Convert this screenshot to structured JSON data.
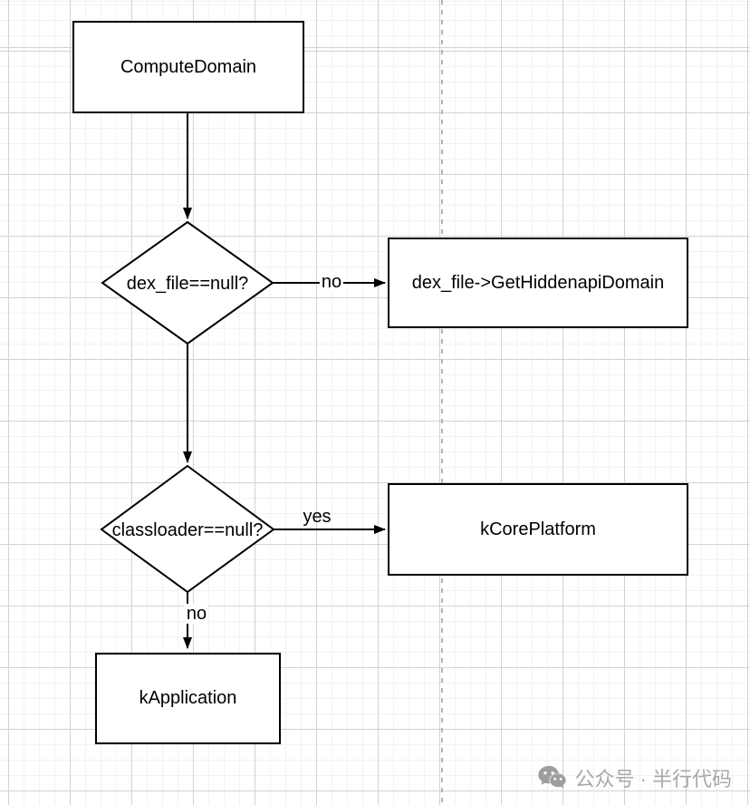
{
  "diagram": {
    "title": "ComputeDomain flowchart",
    "nodes": {
      "compute_domain": {
        "label": "ComputeDomain",
        "shape": "rectangle"
      },
      "dex_file_check": {
        "label": "dex_file==null?",
        "shape": "diamond"
      },
      "get_hiddenapi_domain": {
        "label": "dex_file->GetHiddenapiDomain",
        "shape": "rectangle"
      },
      "classloader_check": {
        "label": "classloader==null?",
        "shape": "diamond"
      },
      "kcore_platform": {
        "label": "kCorePlatform",
        "shape": "rectangle"
      },
      "k_application": {
        "label": "kApplication",
        "shape": "rectangle"
      }
    },
    "edges": {
      "dex_check_no": {
        "label": "no"
      },
      "classloader_check_yes": {
        "label": "yes"
      },
      "classloader_check_no": {
        "label": "no"
      }
    }
  },
  "watermark": {
    "icon": "wechat-icon",
    "text": "公众号 · 半行代码",
    "color": "#a8a8a8"
  },
  "colors": {
    "shape_stroke": "#000000",
    "shape_fill": "#ffffff",
    "grid_minor": "#f2f2f2",
    "grid_major": "#d2d2d2",
    "page_divider": "#b3b3b3",
    "background": "#ffffff"
  }
}
